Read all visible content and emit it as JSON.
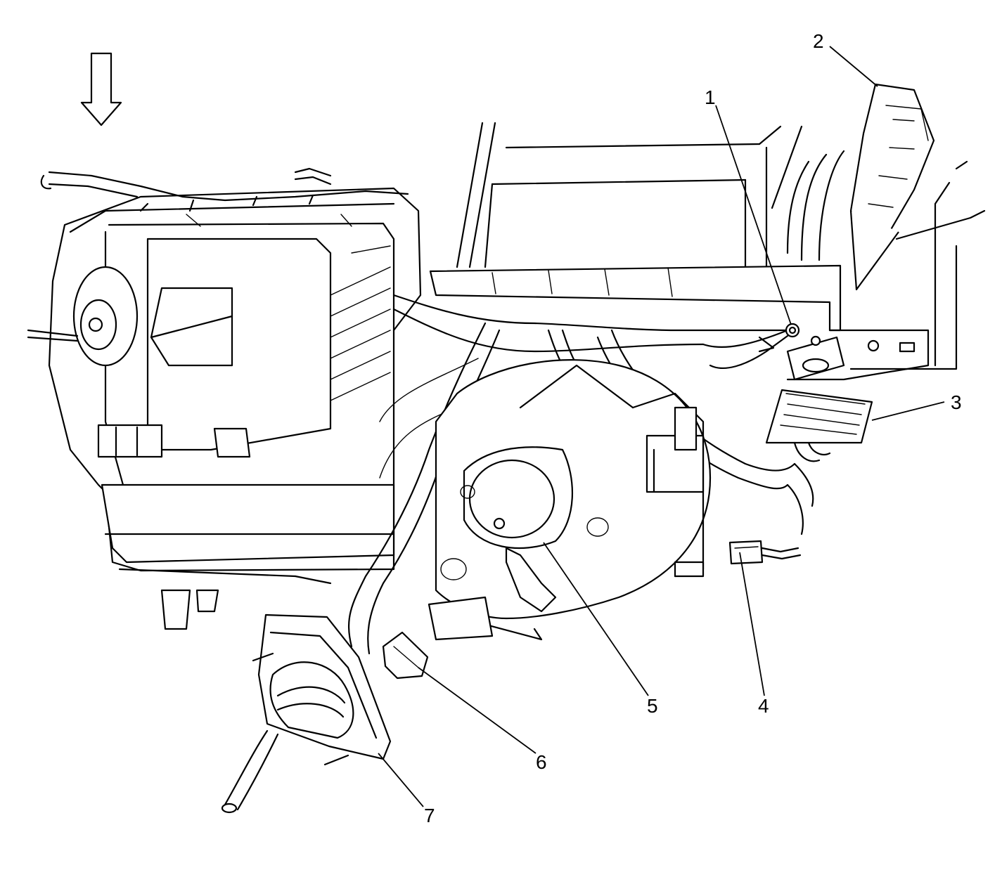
{
  "callouts": {
    "c1": "1",
    "c2": "2",
    "c3": "3",
    "c4": "4",
    "c5": "5",
    "c6": "6",
    "c7": "7"
  },
  "icons": {
    "view_arrow": "down-arrow-icon"
  }
}
